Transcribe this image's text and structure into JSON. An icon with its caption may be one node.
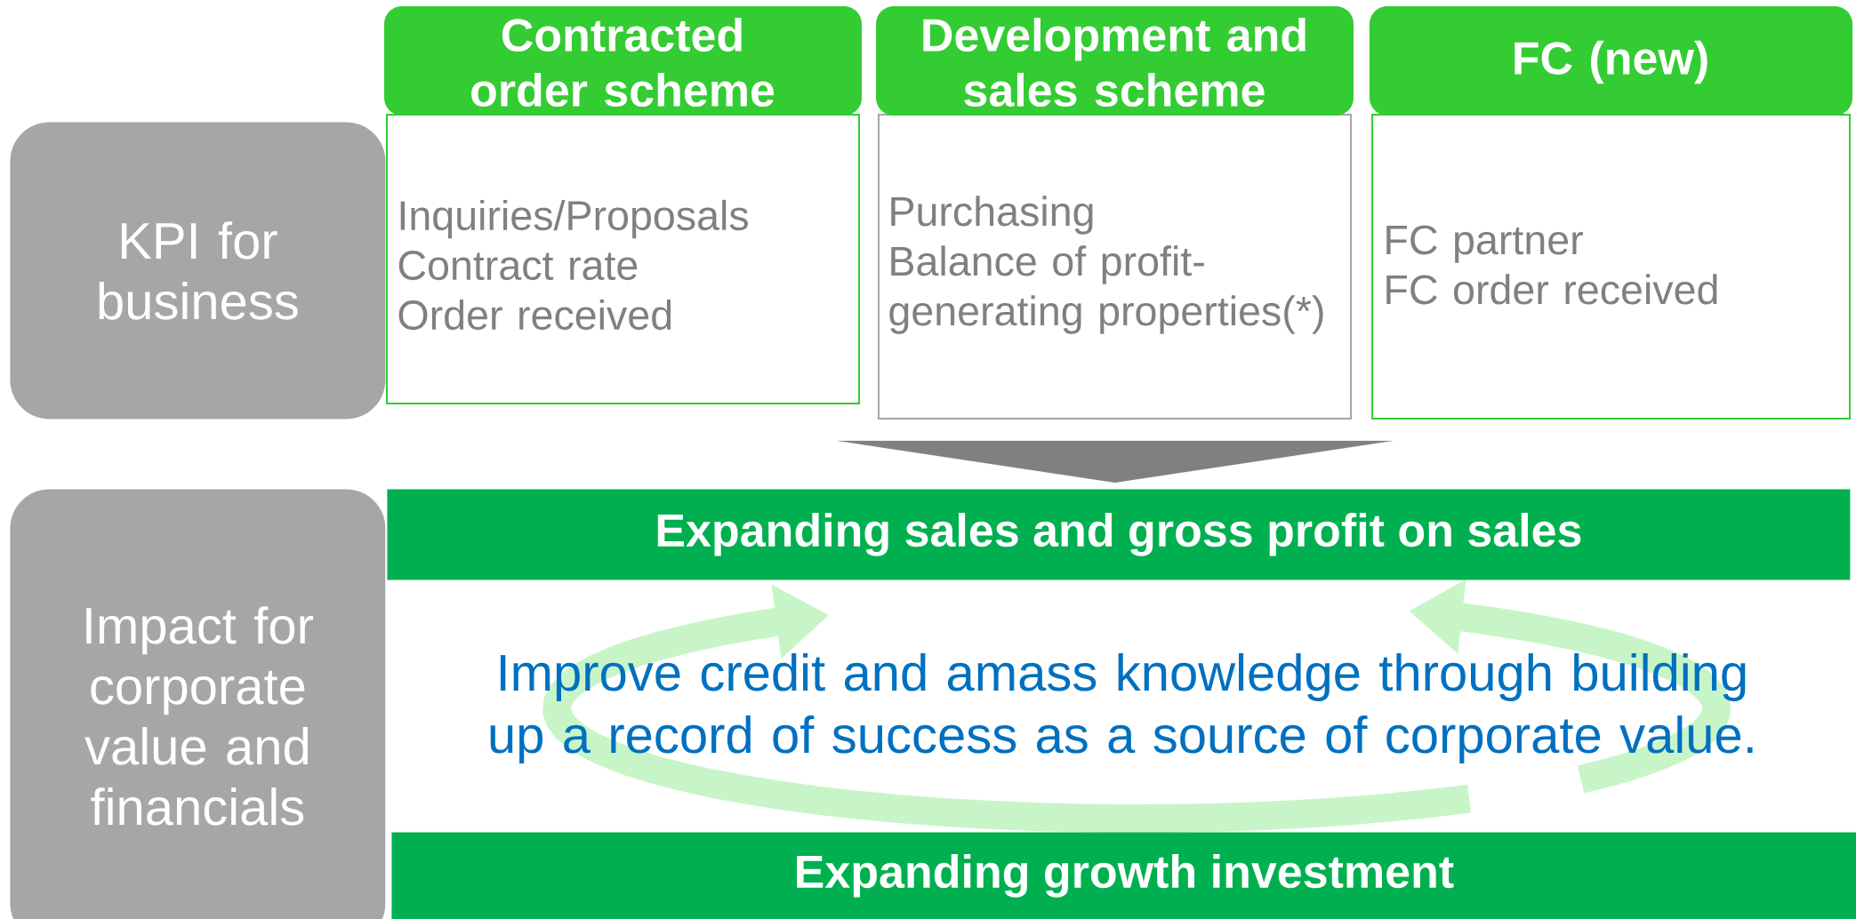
{
  "diagram": {
    "nodes": [
      {
        "text": [
          "KPI for business"
        ]
      },
      {
        "text": [
          "Contracted order scheme",
          "Inquiries/Proposals",
          "Contract rate",
          "Order received"
        ]
      },
      {
        "text": [
          "Development and sales scheme",
          "Purchasing",
          "Balance of profit-generating properties(*)"
        ]
      },
      {
        "text": [
          "FC (new)",
          "FC partner",
          "FC order received"
        ]
      },
      {
        "text": [
          "Impact for corporate value and financials"
        ]
      },
      {
        "text": [
          "Expanding sales and gross profit on sales"
        ]
      },
      {
        "text": [
          "Expanding growth investment"
        ]
      }
    ],
    "edges": [
      {
        "from": 2,
        "to": 5,
        "arrow": "to"
      }
    ],
    "labels": [
      "Improve credit and amass knowledge through building up a record of success as a source of corporate value."
    ]
  }
}
